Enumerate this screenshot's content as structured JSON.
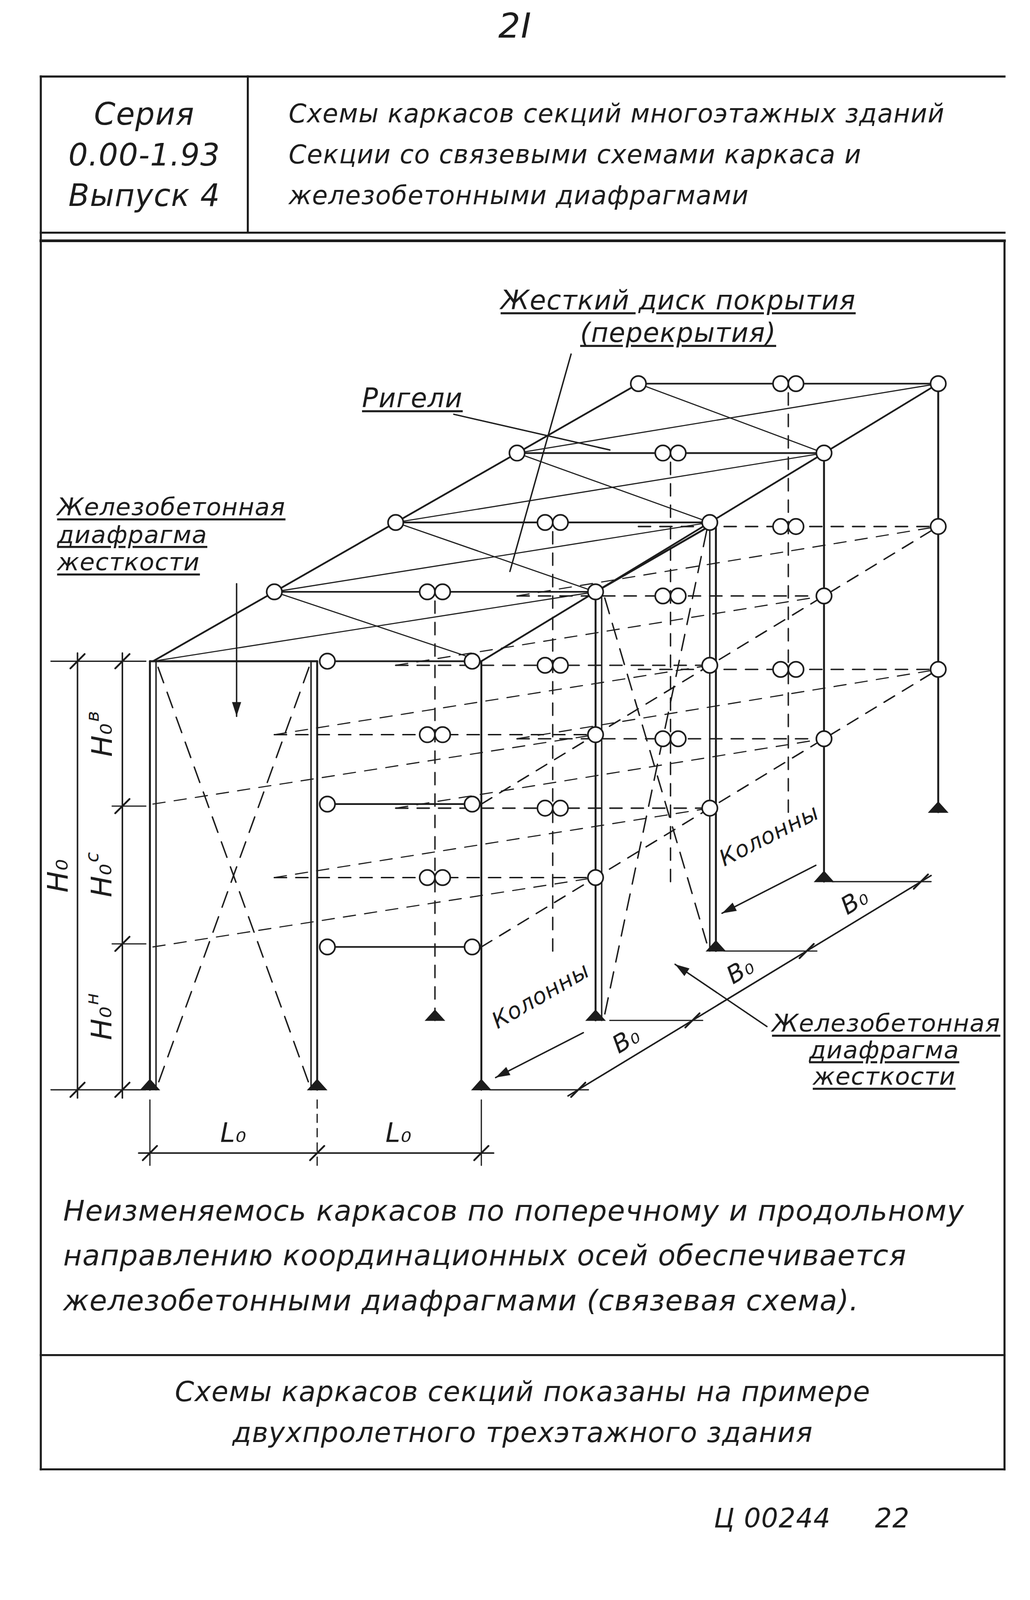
{
  "diagram": {
    "nodes": [
      {
        "text": [
          "Серия 0.00-1.93 Выпуск 4"
        ]
      },
      {
        "text": [
          "Схемы каркасов секций многоэтажных зданий Секции со связевыми схемами каркаса и железобетонными диафрагмами"
        ]
      },
      {
        "text": [
          "Схемы каркасов секций показаны на примере двухпролетного трехэтажного здания"
        ]
      }
    ],
    "labels": [
      "2I",
      "Жесткий диск покрытия (перекрытия)",
      "Ригели",
      "Железобетонная диафрагма жесткости",
      "H₀",
      "H₀",
      "в",
      "H₀",
      "с",
      "H₀",
      "н",
      "Колонны",
      "Колонны",
      "Железобетонная диафрагма жесткости",
      "L₀",
      "L₀",
      "B₀",
      "B₀",
      "B₀",
      "Неизменяемось каркасов по поперечному и продольному направлению координационных осей обеспечивается железобетонными диафрагмами (связевая схема).",
      "Ц 00244",
      "22"
    ]
  }
}
